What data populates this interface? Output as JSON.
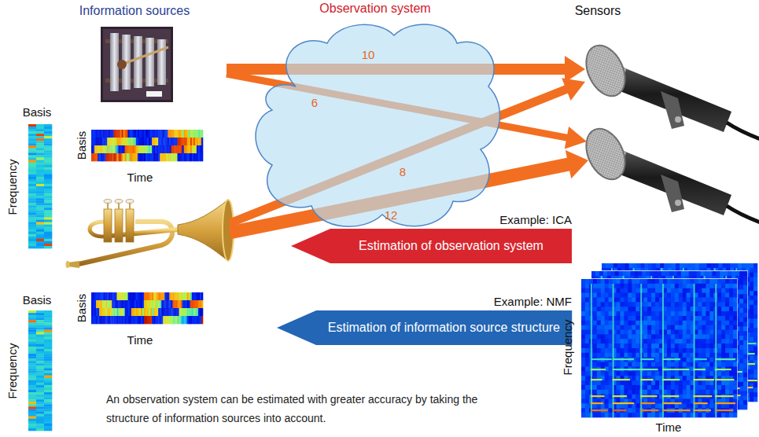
{
  "diagram": {
    "caption": "An observation system can be estimated with greater accuracy by taking the structure of information sources into account.",
    "nodes": [
      {
        "text": [
          "Observation system"
        ]
      },
      {
        "text": [
          "Example: ICA",
          "Estimation of observation system"
        ]
      },
      {
        "text": [
          "Example: NMF",
          "Estimation of information source structure"
        ]
      }
    ],
    "labels": [
      "Information sources",
      "Sensors",
      "10",
      "6",
      "8",
      "12",
      "Basis",
      "Frequency",
      "Basis",
      "Time",
      "Basis",
      "Frequency",
      "Basis",
      "Time",
      "Frequency",
      "Time"
    ]
  }
}
